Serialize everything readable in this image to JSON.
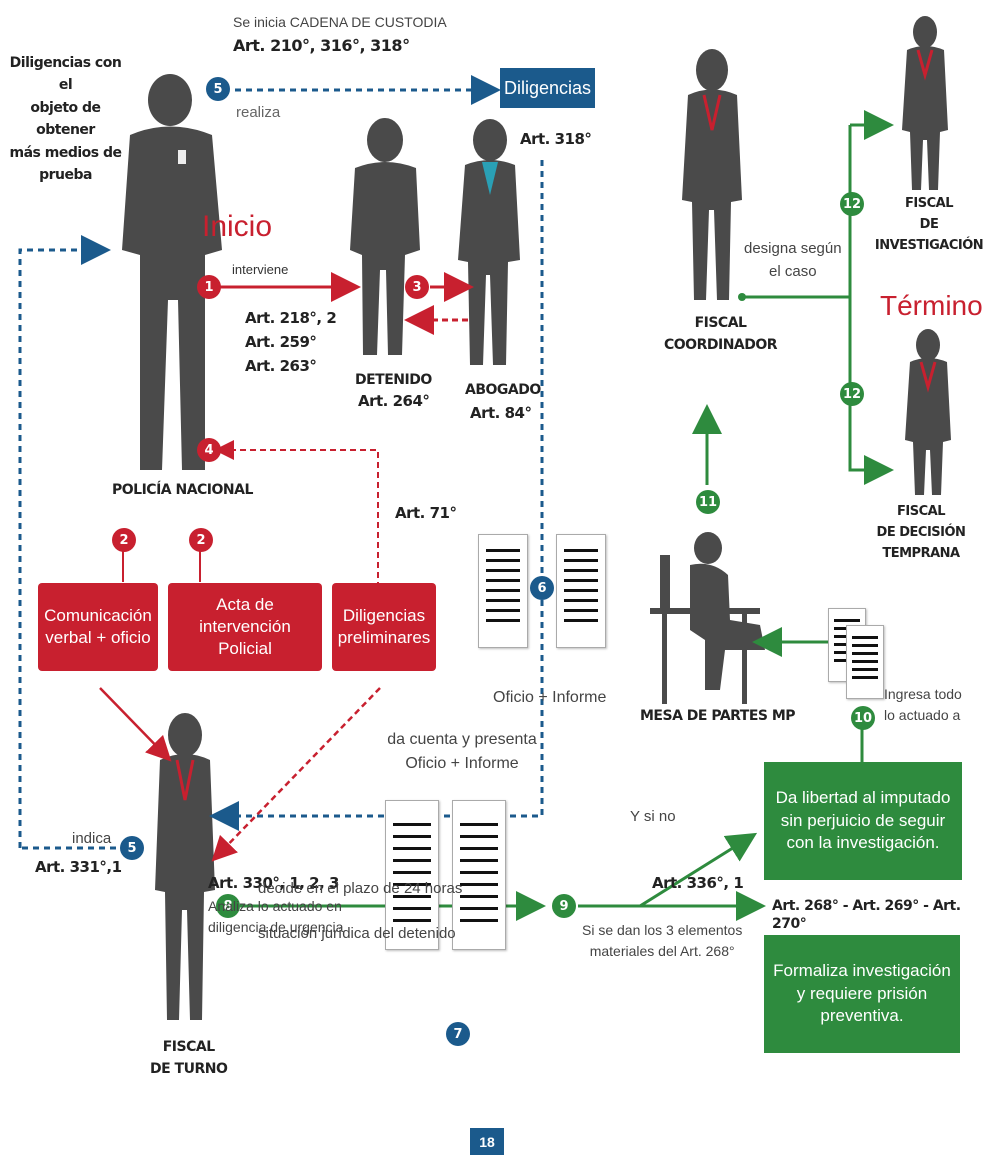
{
  "colors": {
    "red": "#c8202f",
    "blue": "#1b5a8c",
    "green": "#2e8b3e",
    "figure": "#4a4a4a"
  },
  "top": {
    "custody_title": "Se inicia CADENA DE CUSTODIA",
    "custody_arts": "Art. 210°, 316°, 318°",
    "realiza": "realiza",
    "diligencias_box": "Diligencias",
    "diligencias_art": "Art. 318°"
  },
  "left_note": "Diligencias con el\nobjeto de obtener\nmás medios de\nprueba",
  "inicio": "Inicio",
  "interviene": "interviene",
  "arts_interviene": "Art. 218°, 2\nArt. 259°\nArt. 263°",
  "detenido": {
    "label": "DETENIDO",
    "art": "Art. 264°"
  },
  "abogado": {
    "label": "ABOGADO",
    "art": "Art. 84°"
  },
  "policia": "POLICÍA NACIONAL",
  "art71": "Art. 71°",
  "red_boxes": [
    "Comunicación\nverbal + oficio",
    "Acta de intervención\nPolicial",
    "Diligencias\npreliminares"
  ],
  "oficio_informe_1": "Oficio +  Informe",
  "da_cuenta": "da cuenta y presenta\nOficio +  Informe",
  "indica": "indica",
  "art331": "Art. 331°,1",
  "fiscal_turno_arts": "Art. 330°, 1, 2, 3",
  "analiza": "Analiza lo actuado en\ndiligencia de urgencia",
  "fiscal_turno": "FISCAL\nDE TURNO",
  "decide": "decide  en el plazo de 24 horas",
  "situacion": "situación jurídica del detenido",
  "page": "18",
  "y_si_no": "Y si no",
  "art336": "Art. 336°, 1",
  "si_se_dan": "Si se dan los 3 elementos\nmateriales del Art. 268°",
  "green_boxes": [
    "Da libertad al imputado\nsin perjuicio de seguir\ncon la investigación.",
    "Formaliza investigación\ny requiere prisión\npreventiva."
  ],
  "arts_268": "Art. 268° - Art. 269° - Art. 270°",
  "ingresa": "Ingresa todo\nlo actuado a",
  "mesa": "MESA DE PARTES MP",
  "fiscal_coordinador": "FISCAL\nCOORDINADOR",
  "designa": "designa según\nel caso",
  "termino": "Término",
  "fiscal_investigacion": "FISCAL\nDE INVESTIGACIÓN",
  "fiscal_decision": "FISCAL\nDE DECISIÓN TEMPRANA",
  "badges": {
    "b1": "1",
    "b2a": "2",
    "b2b": "2",
    "b3": "3",
    "b4": "4",
    "b5a": "5",
    "b5b": "5",
    "b6": "6",
    "b7": "7",
    "b8": "8",
    "b9": "9",
    "b10": "10",
    "b11": "11",
    "b12a": "12",
    "b12b": "12"
  }
}
